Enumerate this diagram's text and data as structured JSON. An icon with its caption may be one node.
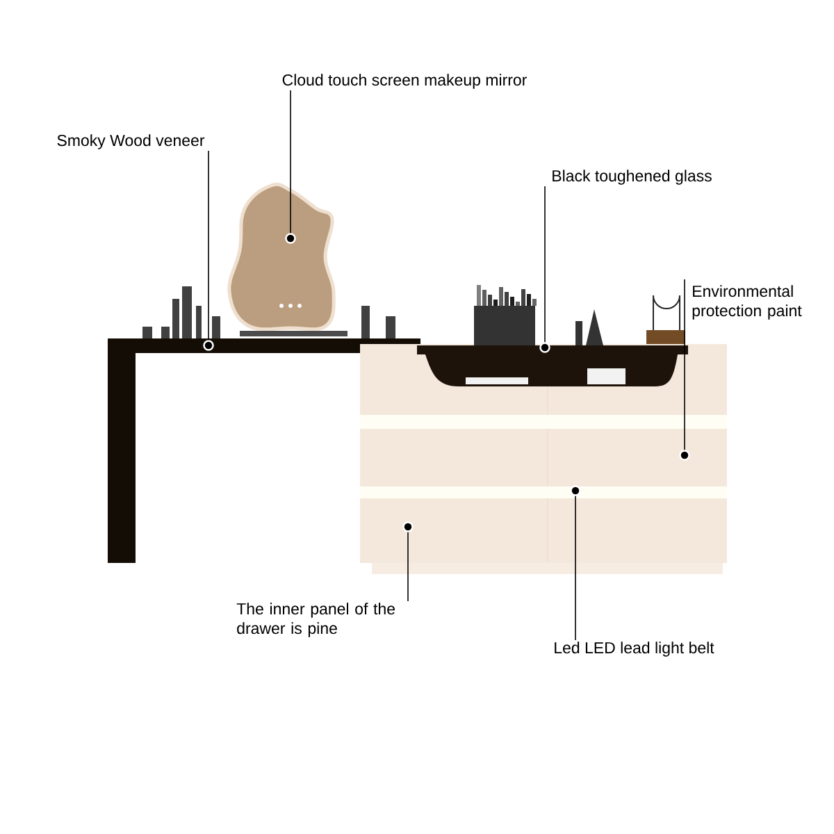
{
  "diagram": {
    "nodes": [
      {
        "text": [
          "Cloud touch screen makeup mirror"
        ]
      },
      {
        "text": [
          "Smoky Wood veneer"
        ]
      },
      {
        "text": [
          "Black toughened glass"
        ]
      },
      {
        "text": [
          "Environmental protection paint"
        ]
      },
      {
        "text": [
          "The inner panel of the drawer is pine"
        ]
      },
      {
        "text": [
          "Led LED lead light belt"
        ]
      },
      {
        "text": [],
        "shape": "circle"
      },
      {
        "text": [],
        "shape": "circle"
      },
      {
        "text": [],
        "shape": "circle"
      },
      {
        "text": [],
        "shape": "circle"
      },
      {
        "text": [],
        "shape": "circle"
      },
      {
        "text": [],
        "shape": "circle"
      }
    ],
    "edges": [
      {
        "from": 0,
        "to": 6,
        "arrow": "none"
      },
      {
        "from": 1,
        "to": 7,
        "arrow": "none"
      },
      {
        "from": 2,
        "to": 8,
        "arrow": "none"
      },
      {
        "from": 3,
        "to": 9,
        "arrow": "none"
      },
      {
        "from": 4,
        "to": 10,
        "arrow": "none"
      },
      {
        "from": 5,
        "to": 11,
        "arrow": "none"
      }
    ]
  }
}
